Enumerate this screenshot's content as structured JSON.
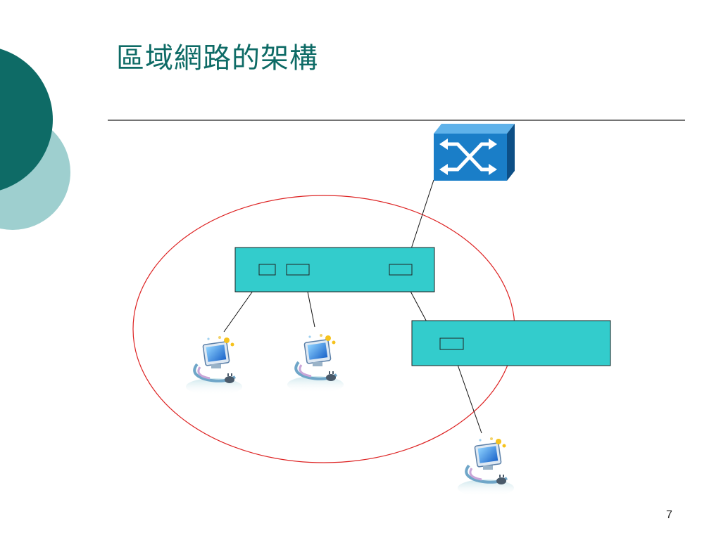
{
  "slide": {
    "title": "區域網路的架構",
    "page_number": "7"
  },
  "colors": {
    "title": "#0e6b66",
    "decor_dark": "#0e6b66",
    "decor_light": "#9ecfcf",
    "hub_fill": "#33cccc",
    "ellipse_stroke": "#dd2222",
    "router_blue": "#1a7ec8"
  },
  "diagram": {
    "router": {
      "icon": "switch-router-icon"
    },
    "hubs": [
      {
        "id": "hub-main",
        "ports": 3
      },
      {
        "id": "hub-secondary",
        "ports": 1
      }
    ],
    "computers": [
      {
        "id": "pc-1",
        "icon": "computer-icon"
      },
      {
        "id": "pc-2",
        "icon": "computer-icon"
      },
      {
        "id": "pc-3",
        "icon": "computer-icon"
      }
    ],
    "lan_boundary": "ellipse"
  }
}
